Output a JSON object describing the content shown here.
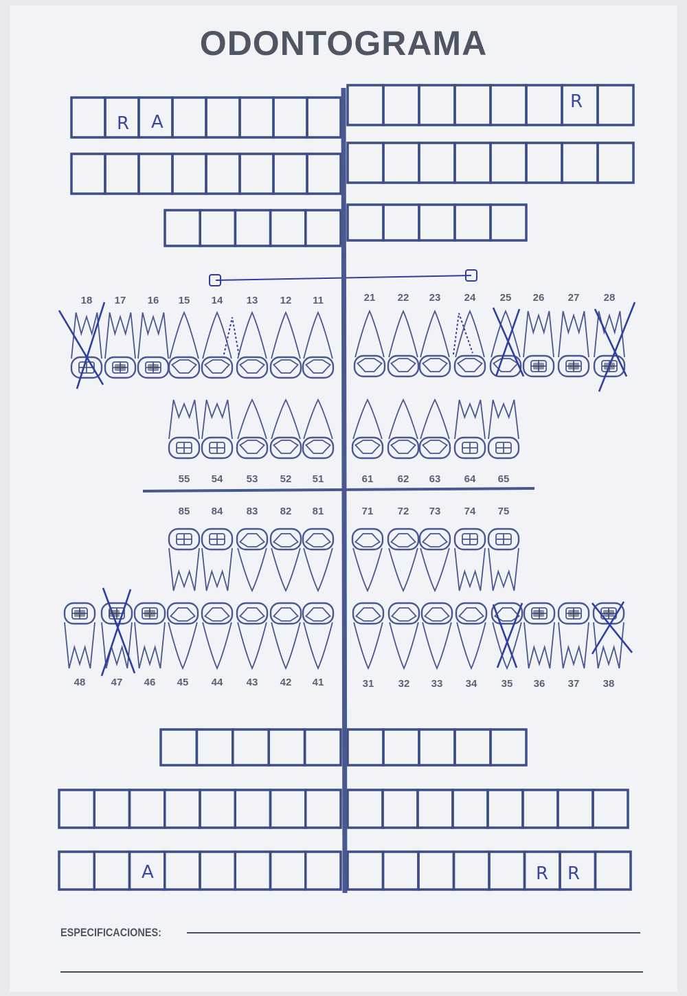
{
  "title": "ODONTOGRAMA",
  "upper_perm_right": [
    "18",
    "17",
    "16",
    "15",
    "14",
    "13",
    "12",
    "11"
  ],
  "upper_perm_left": [
    "21",
    "22",
    "23",
    "24",
    "25",
    "26",
    "27",
    "28"
  ],
  "upper_prim_right": [
    "55",
    "54",
    "53",
    "52",
    "51"
  ],
  "upper_prim_left": [
    "61",
    "62",
    "63",
    "64",
    "65"
  ],
  "lower_prim_right": [
    "85",
    "84",
    "83",
    "82",
    "81"
  ],
  "lower_prim_left": [
    "71",
    "72",
    "73",
    "74",
    "75"
  ],
  "lower_perm_right": [
    "48",
    "47",
    "46",
    "45",
    "44",
    "43",
    "42",
    "41"
  ],
  "lower_perm_left": [
    "31",
    "32",
    "33",
    "34",
    "35",
    "36",
    "37",
    "38"
  ],
  "handwritten": {
    "top_row_1": [
      "R",
      "A"
    ],
    "top_row_r": "R",
    "bottom_row_a": "A",
    "bottom_row_r": [
      "R",
      "R"
    ]
  },
  "specifications_label": "ESPECIFICACIONES:",
  "colors": {
    "ink": "#3d4d86",
    "pen": "#2e3fa0",
    "paper": "#f2f3f6"
  }
}
